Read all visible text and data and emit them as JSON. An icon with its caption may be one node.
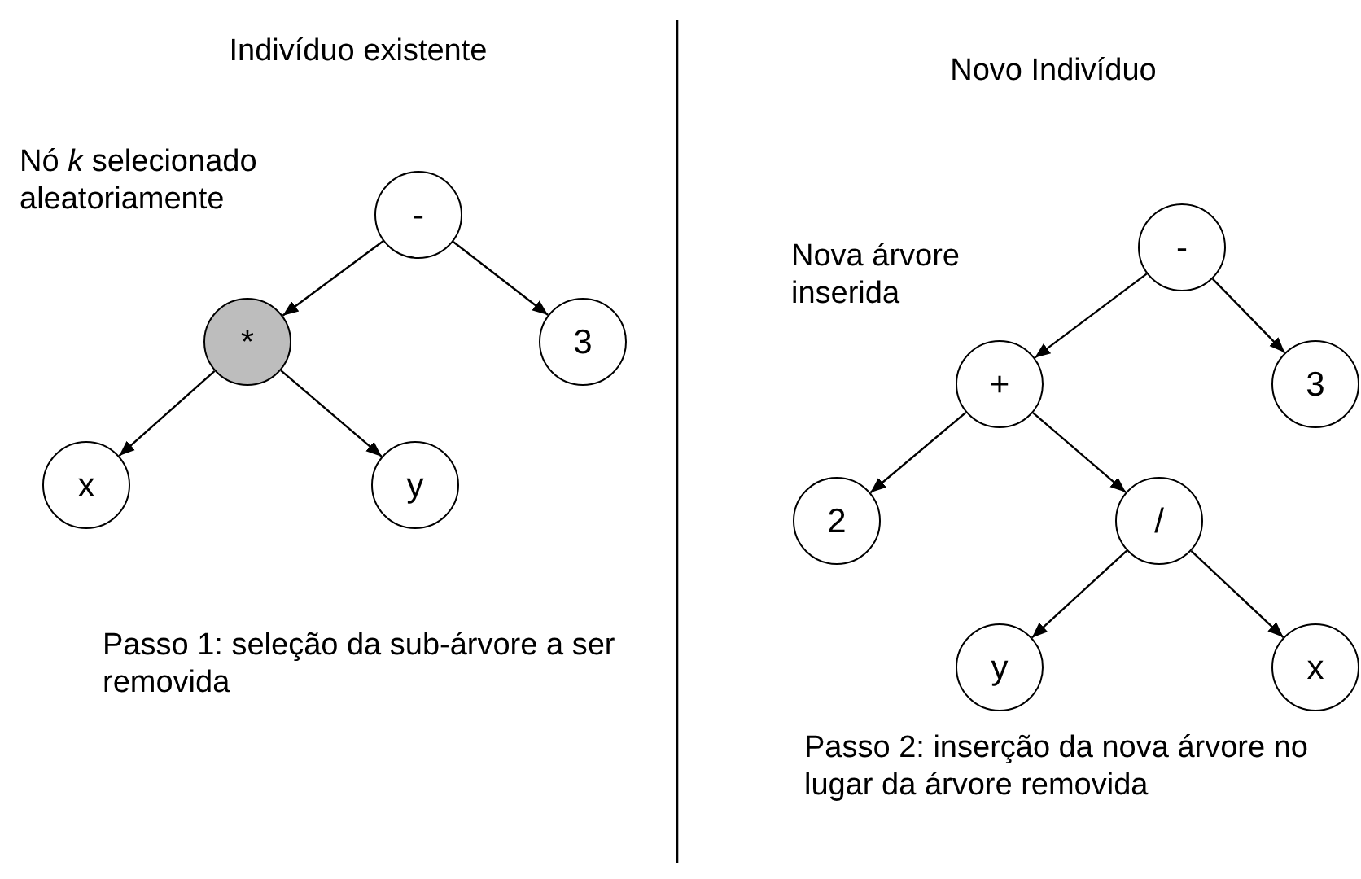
{
  "diagram": {
    "nodes": [
      {
        "text": [
          "-"
        ]
      },
      {
        "text": [
          "*"
        ],
        "beside": [
          "Nó *k* selecionado aleatoriamente"
        ]
      },
      {
        "text": [
          "3"
        ]
      },
      {
        "text": [
          "x"
        ]
      },
      {
        "text": [
          "y"
        ]
      },
      {
        "text": [
          "-"
        ]
      },
      {
        "text": [
          "+"
        ],
        "beside": [
          "Nova árvore inserida"
        ]
      },
      {
        "text": [
          "3"
        ]
      },
      {
        "text": [
          "2"
        ]
      },
      {
        "text": [
          "/"
        ]
      },
      {
        "text": [
          "y"
        ]
      },
      {
        "text": [
          "x"
        ]
      }
    ],
    "edges": [
      {
        "from": 0,
        "to": 1,
        "arrow": "to"
      },
      {
        "from": 0,
        "to": 2,
        "arrow": "to"
      },
      {
        "from": 1,
        "to": 3,
        "arrow": "to"
      },
      {
        "from": 1,
        "to": 4,
        "arrow": "to"
      },
      {
        "from": 5,
        "to": 6,
        "arrow": "to"
      },
      {
        "from": 5,
        "to": 7,
        "arrow": "to"
      },
      {
        "from": 6,
        "to": 8,
        "arrow": "to"
      },
      {
        "from": 6,
        "to": 9,
        "arrow": "to"
      },
      {
        "from": 9,
        "to": 10,
        "arrow": "to"
      },
      {
        "from": 9,
        "to": 11,
        "arrow": "to"
      }
    ],
    "labels": [
      "Indivíduo existente",
      "Novo Indivíduo",
      "Passo 1: seleção da sub-árvore a ser removida",
      "Passo 2: inserção da nova árvore no lugar da árvore removida"
    ]
  }
}
